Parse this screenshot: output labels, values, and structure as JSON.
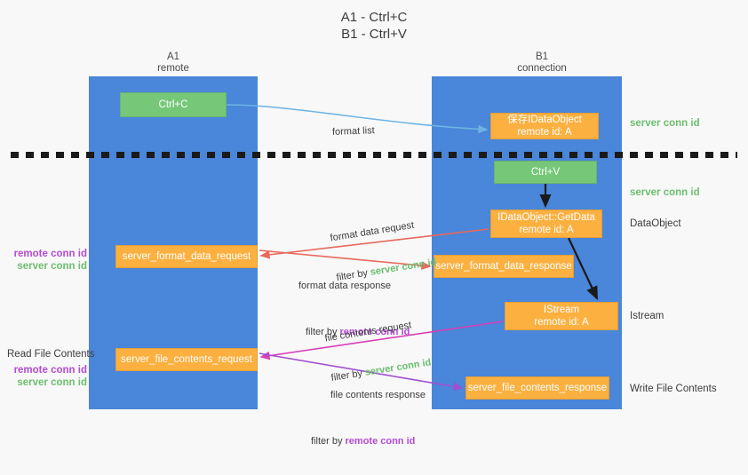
{
  "title": "A1 - Ctrl+C\nB1 - Ctrl+V",
  "columns": [
    {
      "name": "A1",
      "role": "remote",
      "header": "A1\nremote"
    },
    {
      "name": "B1",
      "role": "connection",
      "header": "B1\nconnection"
    }
  ],
  "colors": {
    "lane": "#4a86d9",
    "green_box": "#76c878",
    "orange_box": "#fbb040",
    "server_conn_id": "#6cbf6e",
    "remote_conn_id": "#b44bd4",
    "arrow_blue": "#6cb4e4",
    "arrow_red": "#e8685c",
    "arrow_magenta": "#d63fb8",
    "arrow_purple": "#a050d0",
    "arrow_black": "#1a1a1a",
    "divider": "#1a1a1a",
    "background": "#f8f8f8"
  },
  "nodes": {
    "ctrl_c": {
      "label": "Ctrl+C",
      "sub": ""
    },
    "idataobject": {
      "label": "保存IDataObject",
      "sub": "remote id: A"
    },
    "ctrl_v": {
      "label": "Ctrl+V",
      "sub": ""
    },
    "getdata": {
      "label": "IDataObject::GetData",
      "sub": "remote id: A"
    },
    "format_data_request": {
      "label": "server_format_data_request",
      "sub": ""
    },
    "format_data_response": {
      "label": "server_format_data_response",
      "sub": ""
    },
    "istream": {
      "label": "IStream",
      "sub": "remote id: A"
    },
    "file_contents_request": {
      "label": "server_file_contents_request",
      "sub": ""
    },
    "file_contents_response": {
      "label": "server_file_contents_response",
      "sub": ""
    }
  },
  "side_labels": {
    "server_conn_id_1": "server conn id",
    "server_conn_id_2": "server conn id",
    "dataobject": "DataObject",
    "istream": "Istream",
    "write_file_contents": "Write File Contents"
  },
  "left_labels": {
    "remote_conn_id_1": "remote conn id",
    "server_conn_id_1": "server conn id",
    "read_file_contents": "Read File Contents",
    "remote_conn_id_2": "remote conn id",
    "server_conn_id_2": "server conn id"
  },
  "flows": {
    "format_list": {
      "line1": "format list",
      "line2_prefix": "",
      "line2_token": ""
    },
    "format_data_request": {
      "line1": "format data request",
      "line2_prefix": "filter by ",
      "line2_token": "server conn id",
      "token_kind": "server"
    },
    "format_data_response": {
      "line1": "format data response",
      "line2_prefix": "filter by ",
      "line2_token": "remote conn id",
      "token_kind": "remote"
    },
    "file_contents_request": {
      "line1": "file contents request",
      "line2_prefix": "filter by ",
      "line2_token": "server conn id",
      "token_kind": "server"
    },
    "file_contents_response": {
      "line1": "file contents response",
      "line2_prefix": "filter by ",
      "line2_token": "remote conn id",
      "token_kind": "remote"
    }
  }
}
